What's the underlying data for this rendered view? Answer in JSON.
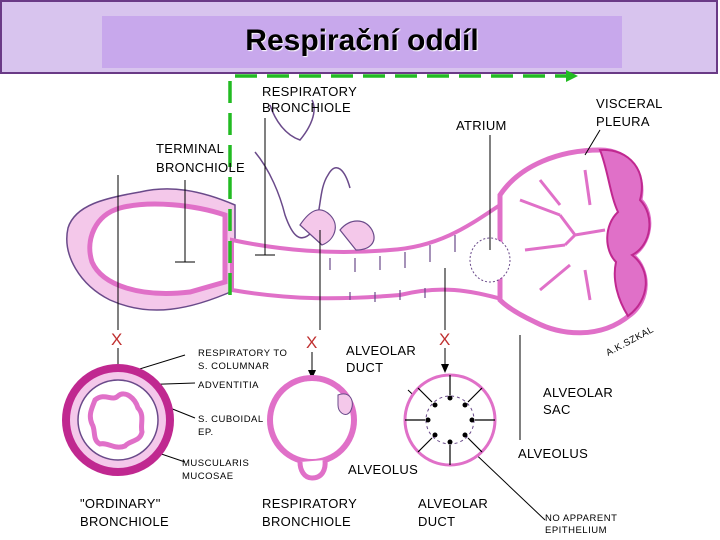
{
  "title": "Respirační oddíl",
  "labels": {
    "respiratory_bronchiole_top_1": "RESPIRATORY",
    "respiratory_bronchiole_top_2": "BRONCHIOLE",
    "atrium": "ATRIUM",
    "visceral_pleura_1": "VISCERAL",
    "visceral_pleura_2": "PLEURA",
    "terminal_bronchiole_1": "TERMINAL",
    "terminal_bronchiole_2": "BRONCHIOLE",
    "respiratory_to_1": "RESPIRATORY TO",
    "respiratory_to_2": "S. COLUMNAR",
    "adventitia": "ADVENTITIA",
    "s_cuboidal_1": "S. CUBOIDAL",
    "s_cuboidal_2": "EP.",
    "muscularis_1": "MUSCULARIS",
    "muscularis_2": "MUCOSAE",
    "alveolar_duct_mid_1": "ALVEOLAR",
    "alveolar_duct_mid_2": "DUCT",
    "alveolar_sac_1": "ALVEOLAR",
    "alveolar_sac_2": "SAC",
    "alveolus_right": "ALVEOLUS",
    "alveolus_bottom": "ALVEOLUS",
    "ordinary_bronchiole_1": "\"ORDINARY\"",
    "ordinary_bronchiole_2": "BRONCHIOLE",
    "respiratory_bronchiole_bottom_1": "RESPIRATORY",
    "respiratory_bronchiole_bottom_2": "BRONCHIOLE",
    "alveolar_duct_bottom_1": "ALVEOLAR",
    "alveolar_duct_bottom_2": "DUCT",
    "no_apparent_1": "NO APPARENT",
    "no_apparent_2": "EPITHELIUM",
    "signature": "A.K.SZKAL",
    "x_marker_1": "X",
    "x_marker_2": "X",
    "x_marker_3": "X"
  },
  "colors": {
    "title_band": "#d8c4ee",
    "title_box": "#c8a8ec",
    "title_border": "#6a3a86",
    "tissue_pink": "#e070c8",
    "tissue_light": "#f4c8ea",
    "tissue_outline": "#6a4a8a",
    "wall_magenta": "#c02890",
    "marker_green": "#22bb22"
  }
}
